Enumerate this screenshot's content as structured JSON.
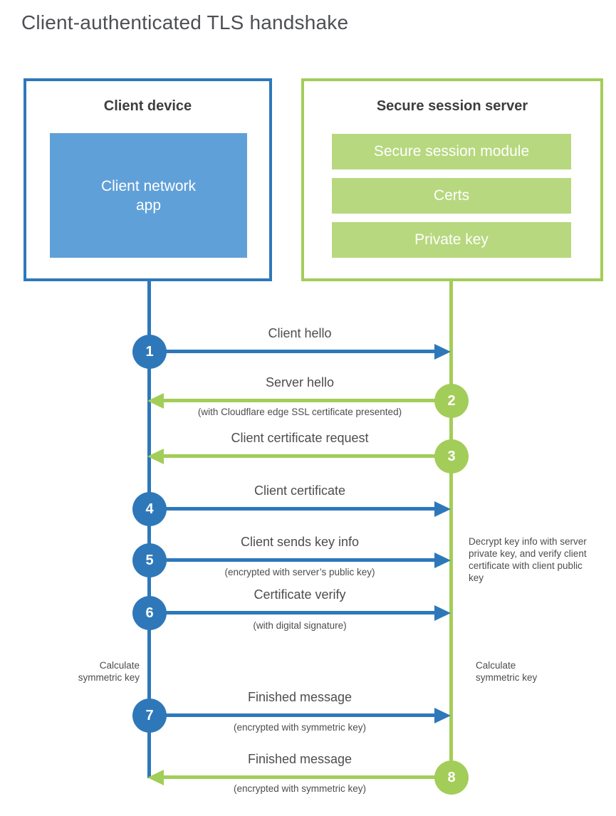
{
  "title": "Client-authenticated TLS handshake",
  "colors": {
    "blue": "#2e78ba",
    "blue_fill": "#60a0d8",
    "green": "#a3cd59",
    "green_fill": "#b7d87f"
  },
  "client": {
    "title": "Client device",
    "app_label": "Client network app"
  },
  "server": {
    "title": "Secure session server",
    "modules": [
      "Secure session module",
      "Certs",
      "Private key"
    ]
  },
  "steps": [
    {
      "number": "1",
      "actor": "client",
      "direction": "right",
      "label": "Client hello",
      "sublabel": ""
    },
    {
      "number": "2",
      "actor": "server",
      "direction": "left",
      "label": "Server hello",
      "sublabel": "(with Cloudflare edge SSL certificate presented)"
    },
    {
      "number": "3",
      "actor": "server",
      "direction": "left",
      "label": "Client certificate request",
      "sublabel": ""
    },
    {
      "number": "4",
      "actor": "client",
      "direction": "right",
      "label": "Client certificate",
      "sublabel": ""
    },
    {
      "number": "5",
      "actor": "client",
      "direction": "right",
      "label": "Client sends key info",
      "sublabel": "(encrypted with server’s public key)"
    },
    {
      "number": "6",
      "actor": "client",
      "direction": "right",
      "label": "Certificate verify",
      "sublabel": "(with digital signature)"
    },
    {
      "number": "7",
      "actor": "client",
      "direction": "right",
      "label": "Finished message",
      "sublabel": "(encrypted with symmetric key)"
    },
    {
      "number": "8",
      "actor": "server",
      "direction": "left",
      "label": "Finished message",
      "sublabel": "(encrypted with symmetric key)"
    }
  ],
  "annotations": {
    "calc_left": "Calculate symmetric key",
    "calc_right": "Calculate symmetric key",
    "decrypt_note": "Decrypt key info with server private key, and verify client certificate with client public key"
  }
}
